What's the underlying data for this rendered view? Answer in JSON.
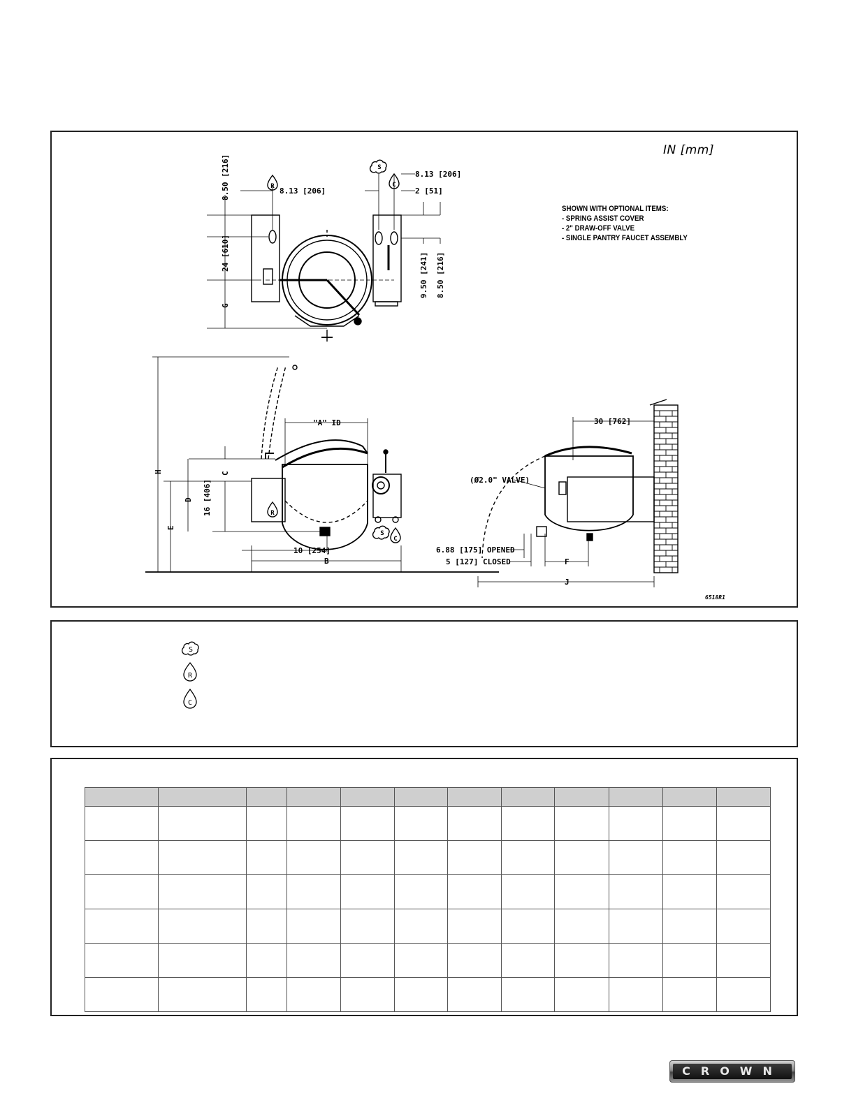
{
  "drawing": {
    "units": "IN [mm]",
    "notes": [
      "SHOWN WITH OPTIONAL ITEMS:",
      "- SPRING ASSIST COVER",
      "- 2\" DRAW-OFF VALVE",
      "- SINGLE PANTRY FAUCET ASSEMBLY"
    ],
    "drawing_id": "6518R1",
    "top_view_dims": {
      "d850a": "8.50 [216]",
      "d813a": "8.13 [206]",
      "d813b": "8.13 [206]",
      "d2": "2 [51]",
      "d24": "24 [610]",
      "d950": "9.50 [241]",
      "d850b": "8.50 [216]",
      "g": "G"
    },
    "front_view_dims": {
      "h": "H",
      "e": "E",
      "d": "D",
      "c": "C",
      "d16": "16 [406]",
      "a_id": "\"A\" ID",
      "d10": "10 [254]",
      "b": "B"
    },
    "side_view_dims": {
      "d30": "30 [762]",
      "valve": "(Ø2.0\" VALVE)",
      "opened": "6.88 [175] OPENED",
      "closed": "5 [127] CLOSED",
      "f": "F",
      "j": "J"
    },
    "symbols": {
      "steam": "S",
      "return": "R",
      "cold": "C"
    }
  },
  "legend": {
    "items": [
      {
        "symbol": "S",
        "icon": "steam-icon",
        "label": ""
      },
      {
        "symbol": "R",
        "icon": "return-drop-icon",
        "label": ""
      },
      {
        "symbol": "C",
        "icon": "cold-water-drop-icon",
        "label": ""
      }
    ]
  },
  "table": {
    "columns": [
      "",
      "",
      "",
      "",
      "",
      "",
      "",
      "",
      "",
      "",
      "",
      ""
    ],
    "rows": [
      [
        "",
        "",
        "",
        "",
        "",
        "",
        "",
        "",
        "",
        "",
        "",
        ""
      ],
      [
        "",
        "",
        "",
        "",
        "",
        "",
        "",
        "",
        "",
        "",
        "",
        ""
      ],
      [
        "",
        "",
        "",
        "",
        "",
        "",
        "",
        "",
        "",
        "",
        "",
        ""
      ],
      [
        "",
        "",
        "",
        "",
        "",
        "",
        "",
        "",
        "",
        "",
        "",
        ""
      ],
      [
        "",
        "",
        "",
        "",
        "",
        "",
        "",
        "",
        "",
        "",
        "",
        ""
      ],
      [
        "",
        "",
        "",
        "",
        "",
        "",
        "",
        "",
        "",
        "",
        "",
        ""
      ]
    ]
  },
  "brand": {
    "logo_text": "CROWN"
  }
}
